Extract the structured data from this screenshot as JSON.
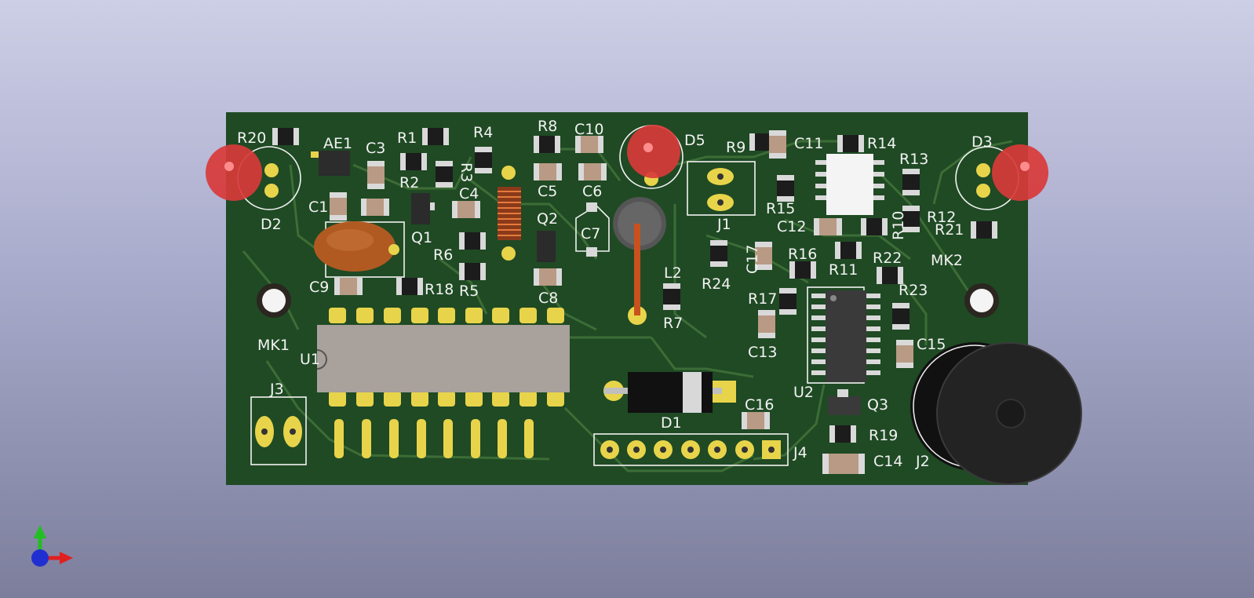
{
  "app": {
    "title": "3D Viewer"
  },
  "board": {
    "references": {
      "R20": "R20",
      "AE1": "AE1",
      "C3": "C3",
      "R1": "R1",
      "R4": "R4",
      "R8": "R8",
      "C10": "C10",
      "D5": "D5",
      "R9": "R9",
      "C11": "C11",
      "R14": "R14",
      "D3": "D3",
      "R13": "R13",
      "R3": "R3",
      "R2": "R2",
      "C4": "C4",
      "C5": "C5",
      "C6": "C6",
      "C1": "C1",
      "D2": "D2",
      "Q1": "Q1",
      "Q2": "Q2",
      "C7": "C7",
      "J1": "J1",
      "R15": "R15",
      "C12": "C12",
      "R10": "R10",
      "R12": "R12",
      "R21": "R21",
      "MK2": "MK2",
      "R6": "R6",
      "R16": "R16",
      "R11": "R11",
      "R22": "R22",
      "C17": "C17",
      "L2": "L2",
      "R24": "R24",
      "C9": "C9",
      "R18": "R18",
      "R5": "R5",
      "C8": "C8",
      "R17": "R17",
      "R23": "R23",
      "R7": "R7",
      "MK1": "MK1",
      "U1": "U1",
      "C13": "C13",
      "C15": "C15",
      "J3": "J3",
      "U2": "U2",
      "Q3": "Q3",
      "C16": "C16",
      "D1": "D1",
      "R19": "R19",
      "J4": "J4",
      "C14": "C14",
      "J2": "J2"
    }
  },
  "axes_gizmo": {
    "x_color": "#e02020",
    "y_color": "#20c020",
    "z_color": "#2030d0"
  },
  "colors": {
    "board": "#1f4a24",
    "copper_exposed": "#e8d44a",
    "led_red": "#d83a3a"
  }
}
